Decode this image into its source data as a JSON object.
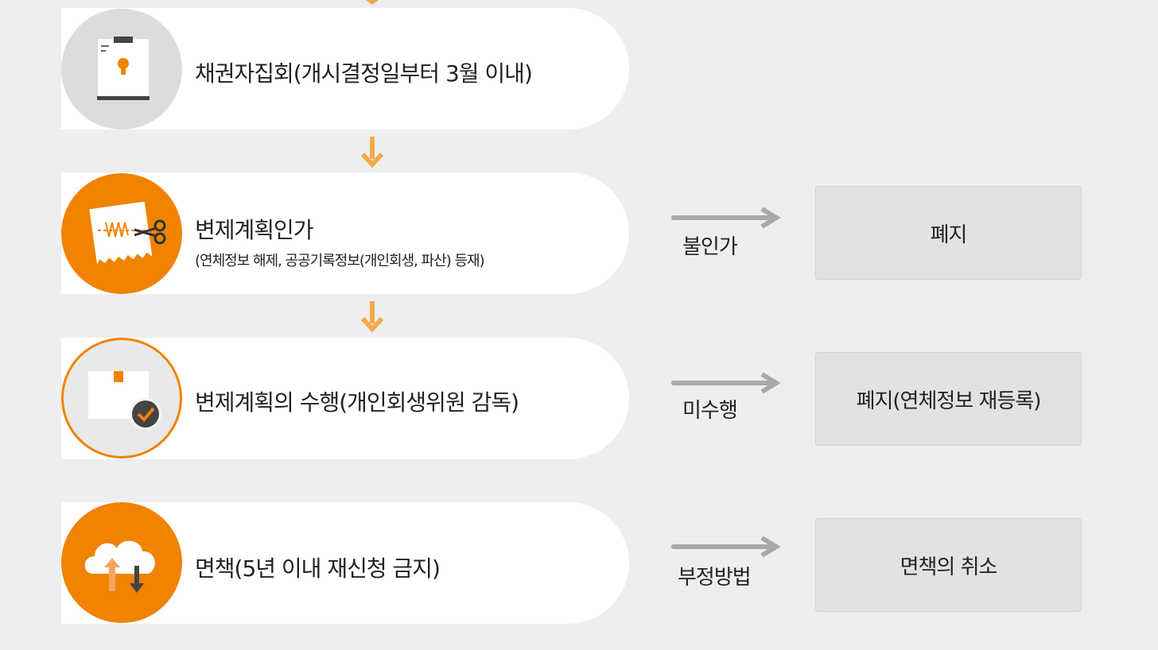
{
  "steps": [
    {
      "title": "채권자집회(개시결정일부터 3월 이내)",
      "subtitle": ""
    },
    {
      "title": "변제계획인가",
      "subtitle": "(연체정보 해제, 공공기록정보(개인회생, 파산) 등재)"
    },
    {
      "title": "변제계획의 수행(개인회생위원 감독)",
      "subtitle": ""
    },
    {
      "title": "면책(5년 이내 재신청 금지)",
      "subtitle": ""
    }
  ],
  "branches": [
    {
      "condition": "불인가",
      "outcome": "폐지"
    },
    {
      "condition": "미수행",
      "outcome": "폐지(연체정보 재등록)"
    },
    {
      "condition": "부정방법",
      "outcome": "면책의 취소"
    }
  ],
  "icons": [
    "clipboard-lock-icon",
    "scissors-cut-document-icon",
    "box-check-icon",
    "cloud-transfer-icon"
  ],
  "colors": {
    "accent": "#f08300",
    "arrow": "#f4a94d",
    "grey_arrow": "#a9a9a9",
    "background": "#eeeeee"
  }
}
